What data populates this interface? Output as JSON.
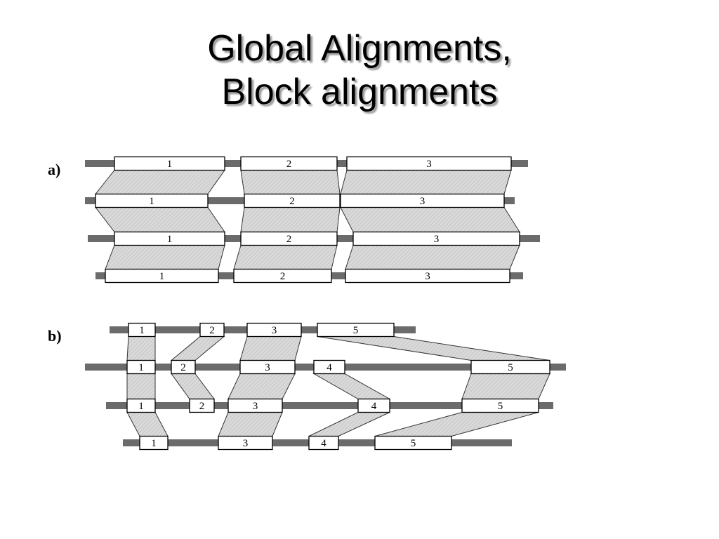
{
  "slide": {
    "title_line1": "Global Alignments,",
    "title_line2": "Block alignments"
  },
  "colors": {
    "backbone": "#6b6b6b",
    "block_fill": "#ffffff",
    "block_stroke": "#000000",
    "connector_fill": "#d9d9d9",
    "connector_stroke": "#333333"
  },
  "panels": [
    {
      "label": "a)",
      "rows": [
        {
          "blocks": [
            "1",
            "2",
            "3"
          ]
        },
        {
          "blocks": [
            "1",
            "2",
            "3"
          ]
        },
        {
          "blocks": [
            "1",
            "2",
            "3"
          ]
        },
        {
          "blocks": [
            "1",
            "2",
            "3"
          ]
        }
      ]
    },
    {
      "label": "b)",
      "rows": [
        {
          "blocks": [
            "1",
            "2",
            "3",
            "5"
          ]
        },
        {
          "blocks": [
            "1",
            "2",
            "3",
            "4",
            "5"
          ]
        },
        {
          "blocks": [
            "1",
            "2",
            "3",
            "4",
            "5"
          ]
        },
        {
          "blocks": [
            "1",
            "3",
            "4",
            "5"
          ]
        }
      ]
    }
  ]
}
